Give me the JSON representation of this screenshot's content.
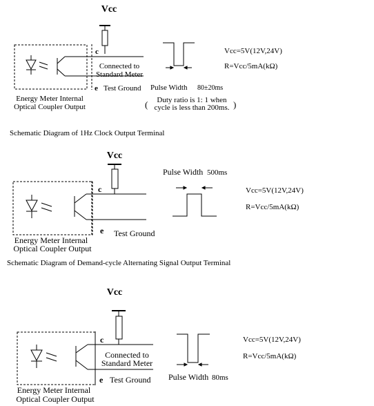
{
  "common": {
    "vcc": "Vcc",
    "collector": "c",
    "emitter": "e",
    "test_ground": "Test Ground",
    "meter_line1": "Energy Meter Internal",
    "meter_line2": "Optical Coupler Output",
    "connected_line1": "Connected to",
    "connected_line2": "Standard Meter",
    "pulse_width_label": "Pulse Width",
    "vcc_spec": "Vcc=5V(12V,24V)",
    "r_spec": "R=Vcc/5mA(kΩ)"
  },
  "diagrams": [
    {
      "pulse_width_value": "80±20ms",
      "duty_line1": "Duty ratio is 1: 1 when",
      "duty_line2": "cycle is less than 200ms.",
      "open_paren": "(",
      "close_paren": ")",
      "caption": "Schematic Diagram of 1Hz Clock Output Terminal"
    },
    {
      "pulse_width_value": "500ms",
      "caption": "Schematic Diagram of Demand-cycle Alternating Signal Output Terminal"
    },
    {
      "pulse_width_value": "80ms"
    }
  ]
}
